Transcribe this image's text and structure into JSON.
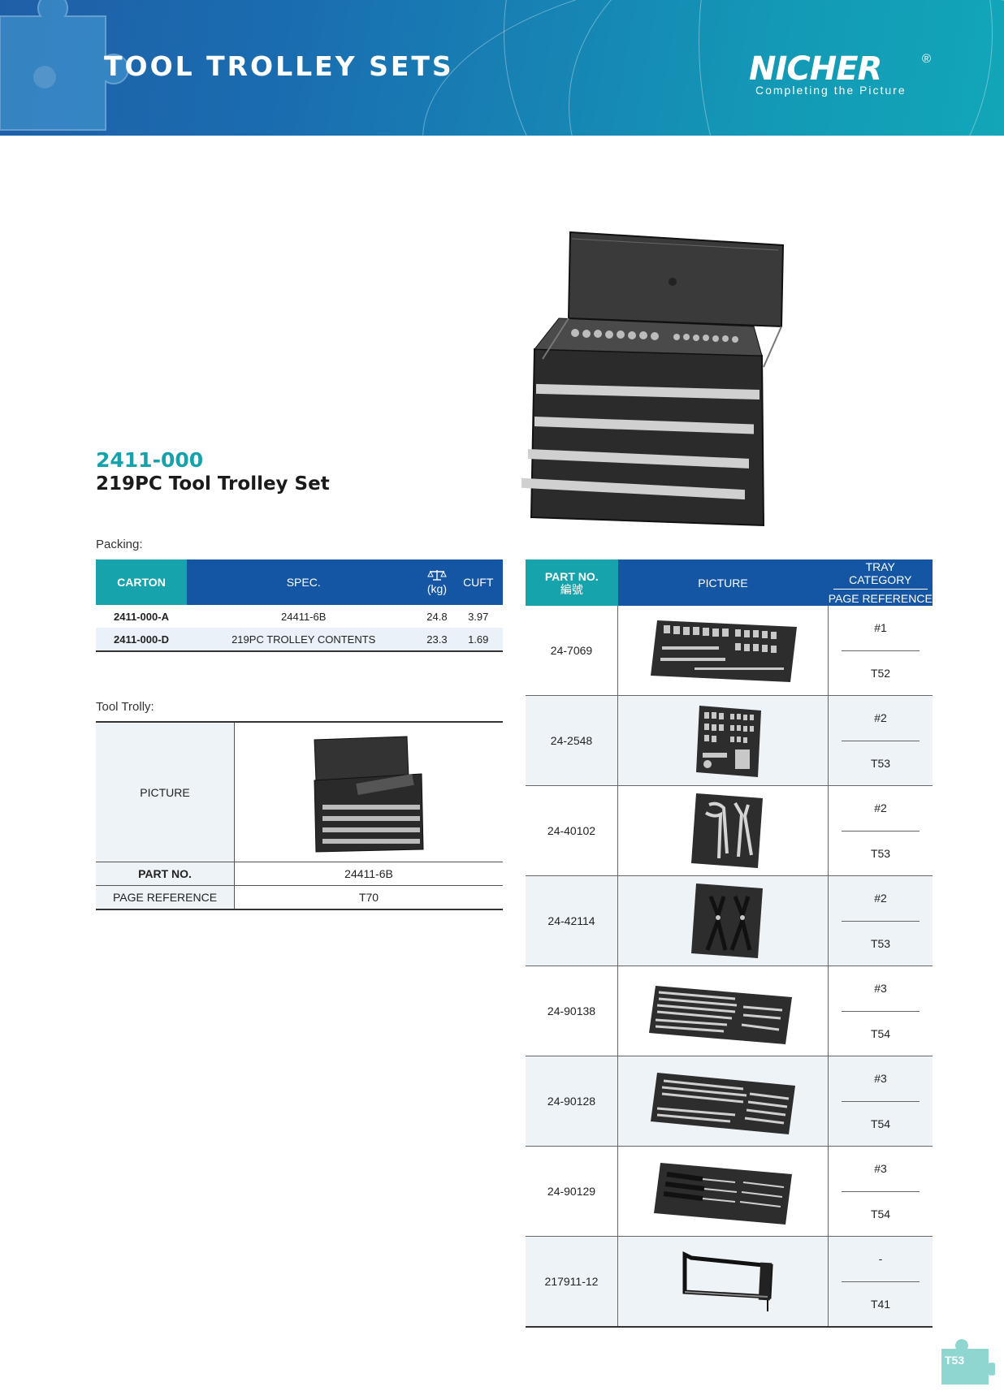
{
  "header": {
    "title": "TOOL TROLLEY SETS",
    "brand": "NICHER",
    "registered": "®",
    "tagline": "Completing the Picture"
  },
  "product": {
    "code": "2411-000",
    "name": "219PC Tool Trolley Set"
  },
  "packing": {
    "label": "Packing:",
    "headers": {
      "carton": "CARTON",
      "spec": "SPEC.",
      "kg": "(kg)",
      "cuft": "CUFT"
    },
    "rows": [
      {
        "carton": "2411-000-A",
        "spec": "24411-6B",
        "kg": "24.8",
        "cuft": "3.97"
      },
      {
        "carton": "2411-000-D",
        "spec": "219PC TROLLEY CONTENTS",
        "kg": "23.3",
        "cuft": "1.69"
      }
    ]
  },
  "trolly": {
    "label": "Tool Trolly:",
    "picture_label": "PICTURE",
    "part_label": "PART NO.",
    "part_value": "24411-6B",
    "ref_label": "PAGE REFERENCE",
    "ref_value": "T70"
  },
  "contents": {
    "headers": {
      "part": "PART NO.",
      "part_cn": "編號",
      "picture": "PICTURE",
      "tray": "TRAY CATEGORY",
      "page_ref": "PAGE REFERENCE"
    },
    "rows": [
      {
        "part": "24-7069",
        "tray": "#1",
        "ref": "T52"
      },
      {
        "part": "24-2548",
        "tray": "#2",
        "ref": "T53"
      },
      {
        "part": "24-40102",
        "tray": "#2",
        "ref": "T53"
      },
      {
        "part": "24-42114",
        "tray": "#2",
        "ref": "T53"
      },
      {
        "part": "24-90138",
        "tray": "#3",
        "ref": "T54"
      },
      {
        "part": "24-90128",
        "tray": "#3",
        "ref": "T54"
      },
      {
        "part": "24-90129",
        "tray": "#3",
        "ref": "T54"
      },
      {
        "part": "217911-12",
        "tray": "-",
        "ref": "T41"
      }
    ]
  },
  "page_number": "T53"
}
